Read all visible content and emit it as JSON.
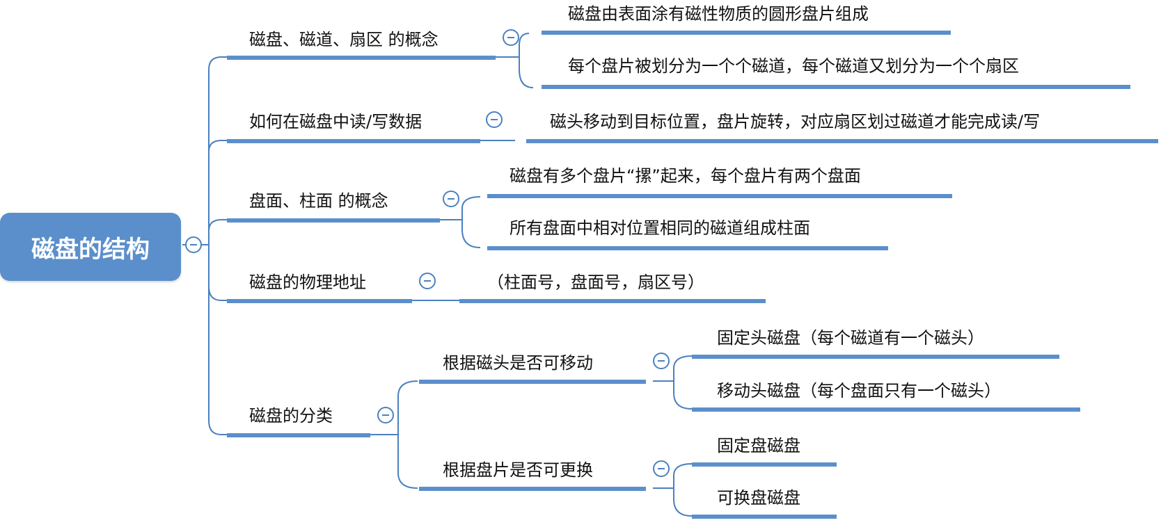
{
  "root": {
    "label": "磁盘的结构"
  },
  "branches": [
    {
      "label": "磁盘、磁道、扇区 的概念",
      "children": [
        "磁盘由表面涂有磁性物质的圆形盘片组成",
        "每个盘片被划分为一个个磁道，每个磁道又划分为一个个扇区"
      ]
    },
    {
      "label": "如何在磁盘中读/写数据",
      "children": [
        "磁头移动到目标位置，盘片旋转，对应扇区划过磁道才能完成读/写"
      ]
    },
    {
      "label": "盘面、柱面 的概念",
      "children": [
        "磁盘有多个盘片“摞”起来，每个盘片有两个盘面",
        "所有盘面中相对位置相同的磁道组成柱面"
      ]
    },
    {
      "label": "磁盘的物理地址",
      "children": [
        "（柱面号，盘面号，扇区号）"
      ]
    },
    {
      "label": "磁盘的分类",
      "subbranches": [
        {
          "label": "根据磁头是否可移动",
          "children": [
            "固定头磁盘（每个磁道有一个磁头）",
            "移动头磁盘（每个盘面只有一个磁头）"
          ]
        },
        {
          "label": "根据盘片是否可更换",
          "children": [
            "固定盘磁盘",
            "可换盘磁盘"
          ]
        }
      ]
    }
  ],
  "colors": {
    "accent": "#5b8fcb",
    "line": "#4a80c0",
    "text": "#111111"
  }
}
